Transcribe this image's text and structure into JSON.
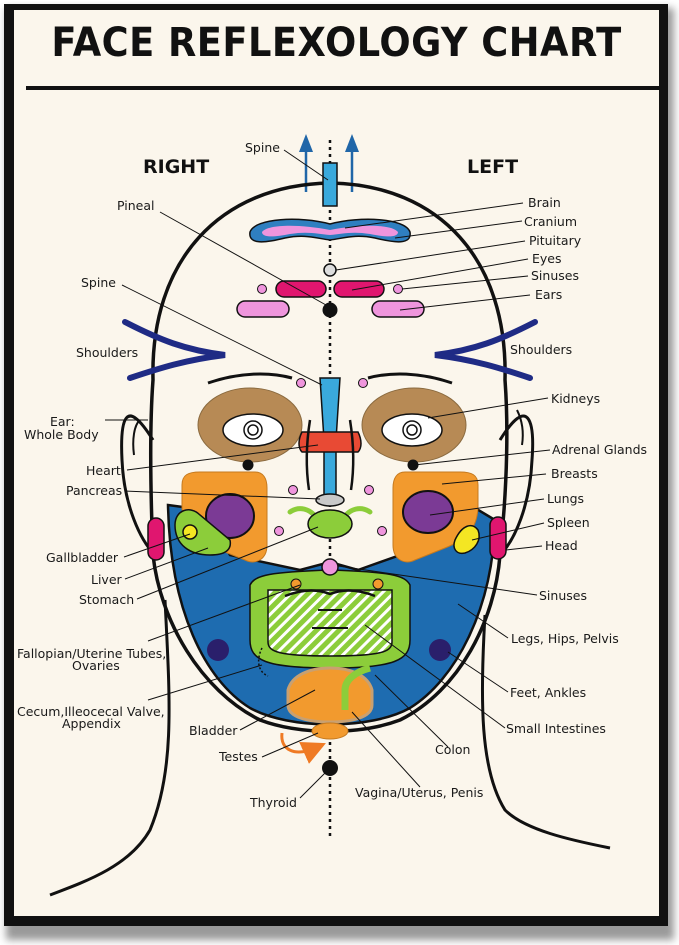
{
  "title": "FACE REFLEXOLOGY CHART",
  "sides": {
    "right": "RIGHT",
    "left": "LEFT"
  },
  "colors": {
    "background": "#fbf6ec",
    "frame": "#111111",
    "spine": "#3aa9dc",
    "brain_outline": "#2f7fc0",
    "pink": "#ef95dd",
    "magenta": "#e0166f",
    "navy": "#1f2b85",
    "tan": "#b78a55",
    "red": "#e84a34",
    "orange": "#f29a2e",
    "purple": "#7b3a95",
    "green": "#8ccd3a",
    "yellow": "#f4e623",
    "blue": "#1e6cb0",
    "dark_navy": "#2a1f6b",
    "arrow_blue": "#2066a8",
    "arrow_orange": "#ef7a24"
  },
  "labels": {
    "spine_top": "Spine",
    "pineal": "Pineal",
    "spine_left": "Spine",
    "shoulders_right": "Shoulders",
    "ear_whole_body_1": "Ear:",
    "ear_whole_body_2": "Whole Body",
    "heart": "Heart",
    "pancreas": "Pancreas",
    "gallbladder": "Gallbladder",
    "liver": "Liver",
    "stomach": "Stomach",
    "fallopian_1": "Fallopian/Uterine Tubes,",
    "fallopian_2": "Ovaries",
    "cecum_1": "Cecum,Illeocecal Valve,",
    "cecum_2": "Appendix",
    "bladder": "Bladder",
    "testes": "Testes",
    "thyroid": "Thyroid",
    "brain": "Brain",
    "cranium": "Cranium",
    "pituitary": "Pituitary",
    "eyes": "Eyes",
    "sinuses_top": "Sinuses",
    "ears": "Ears",
    "shoulders_left": "Shoulders",
    "kidneys": "Kidneys",
    "adrenal_glands": "Adrenal Glands",
    "breasts": "Breasts",
    "lungs": "Lungs",
    "spleen": "Spleen",
    "head": "Head",
    "sinuses_bottom": "Sinuses",
    "legs_hips_pelvis": "Legs, Hips, Pelvis",
    "feet_ankles": "Feet, Ankles",
    "small_intestines": "Small Intestines",
    "colon": "Colon",
    "vagina_uterus_penis": "Vagina/Uterus, Penis"
  }
}
